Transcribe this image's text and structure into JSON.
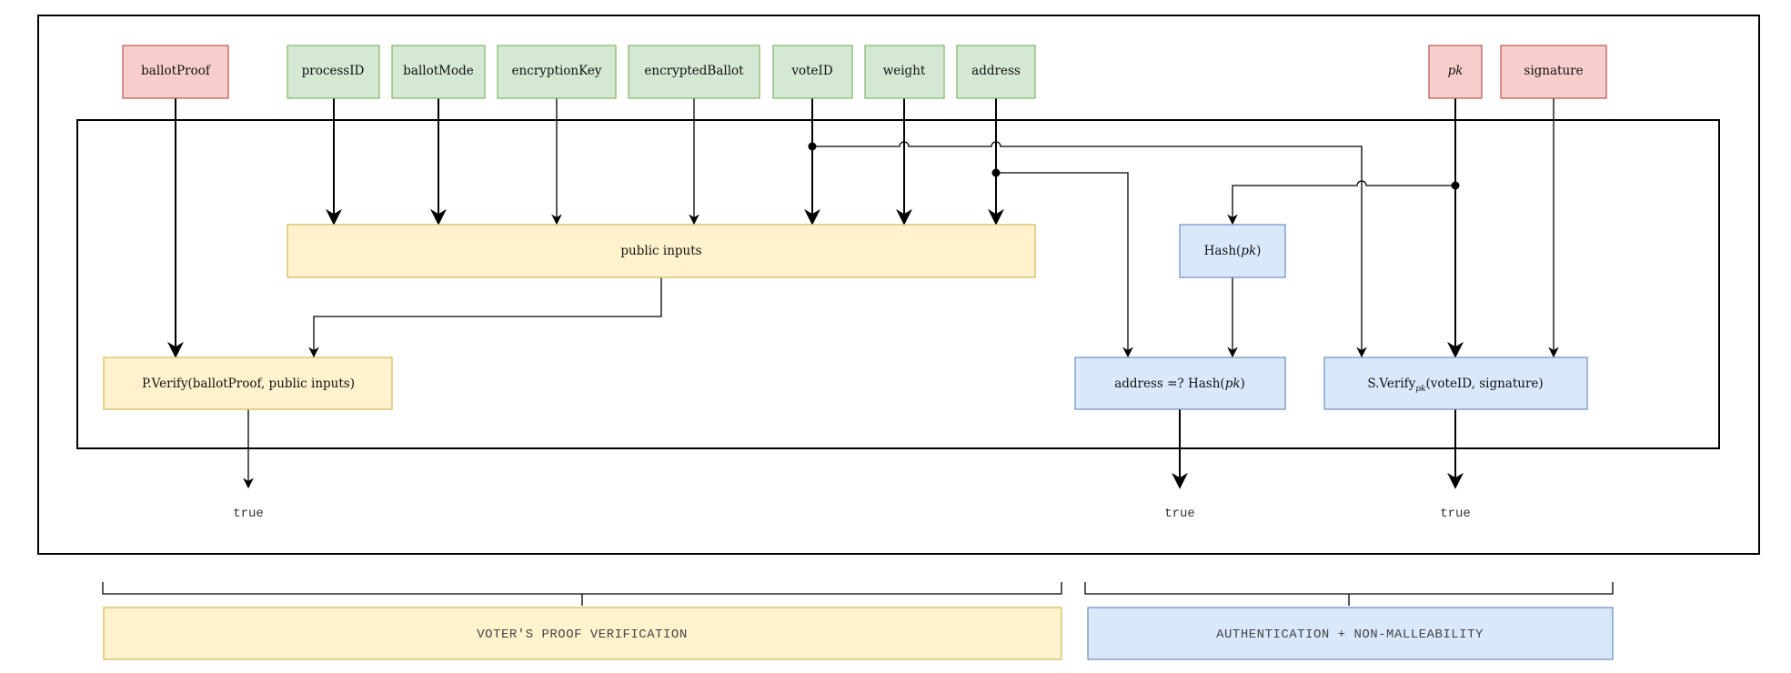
{
  "inputs": {
    "ballotProof": "ballotProof",
    "processID": "processID",
    "ballotMode": "ballotMode",
    "encryptionKey": "encryptionKey",
    "encryptedBallot": "encryptedBallot",
    "voteID": "voteID",
    "weight": "weight",
    "address": "address",
    "pk": "pk",
    "signature": "signature"
  },
  "nodes": {
    "public_inputs": "public inputs",
    "hash_pk_prefix": "Hash(",
    "hash_pk_var": "pk",
    "hash_pk_suffix": ")",
    "pverify": "P.Verify(ballotProof, public inputs)",
    "address_check_prefix": "address =? Hash(",
    "address_check_var": "pk",
    "address_check_suffix": ")",
    "sverify_prefix": "S.Verify",
    "sverify_sub": "pk",
    "sverify_suffix": "(voteID, signature)"
  },
  "outputs": {
    "proof_result": "true",
    "address_result": "true",
    "signature_result": "true"
  },
  "groups": {
    "voter_proof": "VOTER'S PROOF VERIFICATION",
    "authentication": "AUTHENTICATION + NON-MALLEABILITY"
  },
  "colors": {
    "input_green_fill": "#d5e8d4",
    "input_green_stroke": "#82b366",
    "input_red_fill": "#f8cecc",
    "input_red_stroke": "#b85450",
    "yellow_fill": "#fff2cc",
    "yellow_stroke": "#d6b656",
    "blue_fill": "#dae8fc",
    "blue_stroke": "#6c8ebf"
  }
}
